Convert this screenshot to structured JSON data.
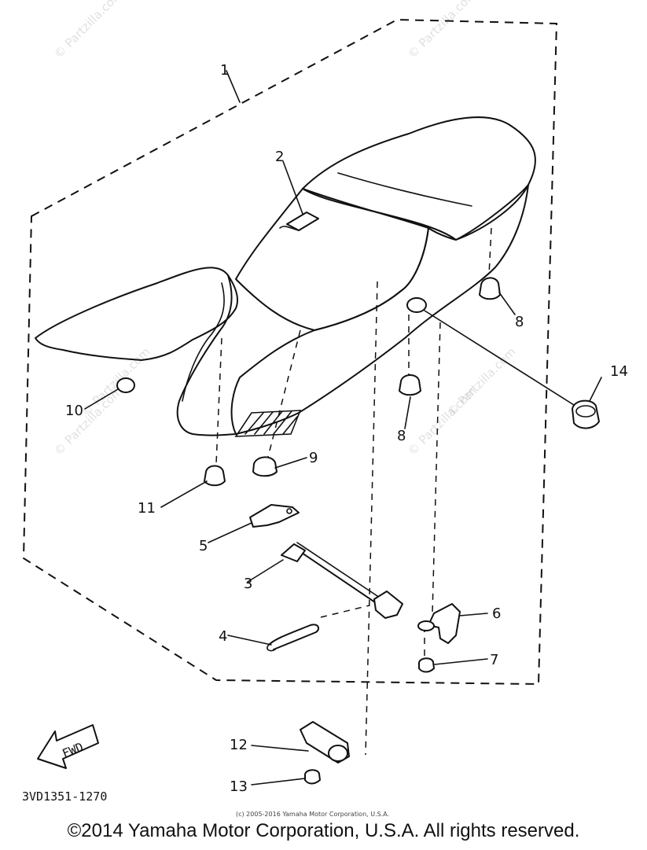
{
  "diagram": {
    "callouts": {
      "c1": "1",
      "c2": "2",
      "c3": "3",
      "c4": "4",
      "c5": "5",
      "c6": "6",
      "c7": "7",
      "c8a": "8",
      "c8b": "8",
      "c9": "9",
      "c10": "10",
      "c11": "11",
      "c12": "12",
      "c13": "13",
      "c14": "14"
    },
    "fwd_label": "FWD",
    "diagram_code": "3VD1351-1270",
    "small_copyright": "(c) 2005-2016 Yamaha Motor Corporation, U.S.A.",
    "watermark": "© Partzilla.com"
  },
  "footer": {
    "copyright": "©2014 Yamaha Motor Corporation, U.S.A. All rights reserved."
  }
}
